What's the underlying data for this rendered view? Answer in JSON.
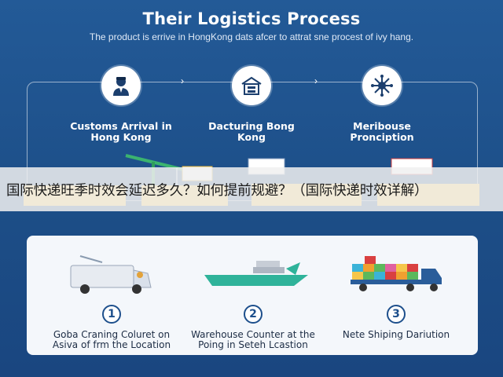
{
  "header": {
    "title": "Their Logistics Process",
    "subtitle": "The product is errive in HongKong dats afcer to attrat sne procest of ivy hang."
  },
  "top_steps": [
    {
      "label": "Customs Arrival in Hong Kong",
      "icon": "customs-officer-icon"
    },
    {
      "label": "Dacturing Bong Kong",
      "icon": "warehouse-icon"
    },
    {
      "label": "Meribouse Pronciption",
      "icon": "network-icon"
    }
  ],
  "arrow_glyph": "›",
  "banner": {
    "text": "国际快递旺季时效会延迟多久？如何提前规避？（国际快递时效详解）"
  },
  "bottom_steps": [
    {
      "number": "1",
      "label": "Goba Craning Coluret on Asiva of frm the Location",
      "icon": "delivery-van-icon"
    },
    {
      "number": "2",
      "label": "Warehouse Counter at the Poing in Seteh Lcastion",
      "icon": "cargo-ship-icon"
    },
    {
      "number": "3",
      "label": "Nete Shiping Dariution",
      "icon": "container-truck-icon"
    }
  ],
  "colors": {
    "background": "#1f4f8a",
    "accent_green": "#2fb39a",
    "card": "#f4f7fb"
  }
}
